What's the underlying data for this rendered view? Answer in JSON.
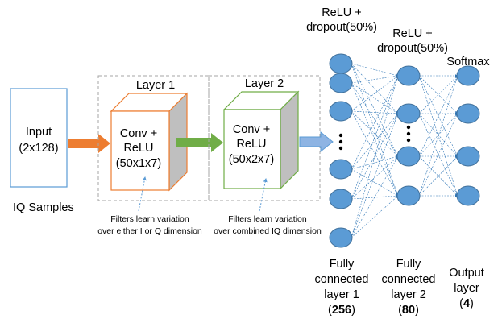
{
  "input": {
    "box_label_line1": "Input",
    "box_label_line2": "(2x128)",
    "caption": "IQ Samples"
  },
  "layer1": {
    "title": "Layer 1",
    "cube_line1": "Conv +",
    "cube_line2": "ReLU",
    "cube_line3": "(50x1x7)",
    "note_line1": "Filters learn variation",
    "note_line2": "over either I or Q dimension"
  },
  "layer2": {
    "title": "Layer 2",
    "cube_line1": "Conv +",
    "cube_line2": "ReLU",
    "cube_line3": "(50x2x7)",
    "note_line1": "Filters learn variation",
    "note_line2": "over combined IQ dimension"
  },
  "fc1": {
    "top_line1": "ReLU +",
    "top_line2": "dropout(50%)",
    "bottom_line1": "Fully",
    "bottom_line2": "connected",
    "bottom_line3": "layer 1",
    "units": "256"
  },
  "fc2": {
    "top_line1": "ReLU +",
    "top_line2": "dropout(50%)",
    "bottom_line1": "Fully",
    "bottom_line2": "connected",
    "bottom_line3": "layer 2",
    "units": "80"
  },
  "output": {
    "top_label": "Softmax",
    "bottom_line1": "Output",
    "bottom_line2": "layer",
    "units": "4"
  },
  "colors": {
    "input_border": "#5b9bd5",
    "layer1_border": "#ed7d31",
    "layer1_arrow": "#ed7d31",
    "layer2_border": "#70ad47",
    "layer2_arrow": "#70ad47",
    "node_fill": "#5b9bd5",
    "node_stroke": "#41719c",
    "flatten_arrow": "#8eb4e3",
    "cube_side": "#bfbfbf",
    "dashed_box": "#a6a6a6"
  }
}
